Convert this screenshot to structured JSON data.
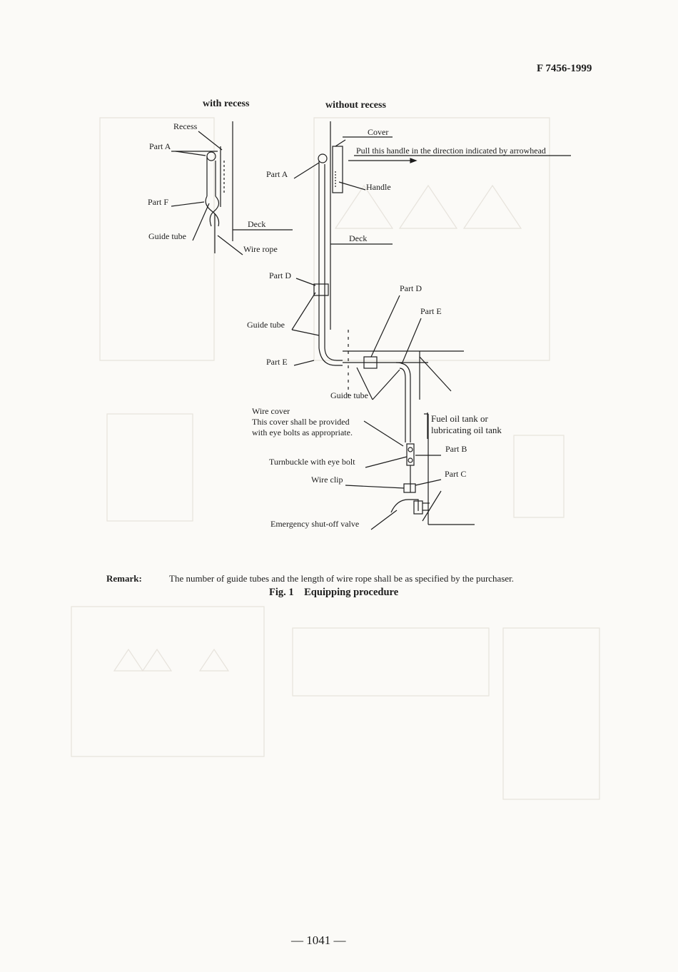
{
  "header": {
    "standard_no": "F 7456-1999"
  },
  "figure": {
    "headings": {
      "with_recess": "with recess",
      "without_recess": "without recess"
    },
    "labels": {
      "recess": "Recess",
      "part_a_left": "Part A",
      "part_f": "Part F",
      "guide_tube_left": "Guide tube",
      "deck_left": "Deck",
      "wire_rope": "Wire rope",
      "cover": "Cover",
      "pull_handle": "Pull this handle in the direction  indicated by arrowhead",
      "part_a_right": "Part A",
      "handle": "Handle",
      "deck_right": "Deck",
      "part_d_left": "Part D",
      "part_d_right": "Part D",
      "part_e_right": "Part E",
      "guide_tube_mid": "Guide tube",
      "part_e_left": "Part E",
      "guide_tube_bottom": "Guide tube",
      "wire_cover_1": "Wire cover",
      "wire_cover_2": "This cover shall be provided",
      "wire_cover_3": "with eye bolts as appropriate.",
      "fuel_tank_1": "Fuel oil tank or",
      "fuel_tank_2": "lubricating oil tank",
      "part_b": "Part B",
      "turnbuckle": "Turnbuckle with eye bolt",
      "part_c": "Part C",
      "wire_clip": "Wire clip",
      "shutoff_valve": "Emergency shut-off valve"
    }
  },
  "remark": {
    "label": "Remark:",
    "text": "The number of guide tubes and the length of wire rope shall be as specified by the purchaser."
  },
  "caption": {
    "number": "Fig. 1",
    "title": "Equipping procedure"
  },
  "footer": {
    "page_number": "— 1041 —"
  }
}
